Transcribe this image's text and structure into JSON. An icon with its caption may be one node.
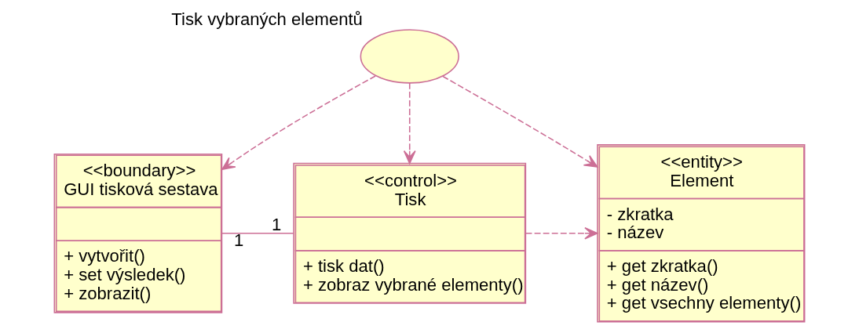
{
  "diagram": {
    "nodes": [
      {
        "text": [
          "Tisk vybraných elementů"
        ]
      },
      {
        "text": [
          "<<boundary>>",
          "GUI tisková sestava",
          "+ vytvořit()",
          "+ set výsledek()",
          "+ zobrazit()"
        ]
      },
      {
        "text": [
          "<<control>>",
          "Tisk",
          "+ tisk dat()",
          "+ zobraz vybrané elementy()"
        ]
      },
      {
        "text": [
          "<<entity>>",
          "Element",
          "- zkratka",
          "- název",
          "+ get zkratka()",
          "+ get název()",
          "+ get vsechny elementy()"
        ]
      }
    ],
    "edges": [
      {
        "from": 0,
        "to": 1,
        "arrow": "to",
        "style": "dashed"
      },
      {
        "from": 0,
        "to": 2,
        "arrow": "to",
        "style": "dashed"
      },
      {
        "from": 0,
        "to": 3,
        "arrow": "to",
        "style": "dashed"
      },
      {
        "from": 1,
        "to": 2,
        "arrow": "none"
      },
      {
        "from": 2,
        "to": 3,
        "arrow": "to",
        "style": "dashed"
      }
    ],
    "labels": [
      "1",
      "1"
    ]
  }
}
